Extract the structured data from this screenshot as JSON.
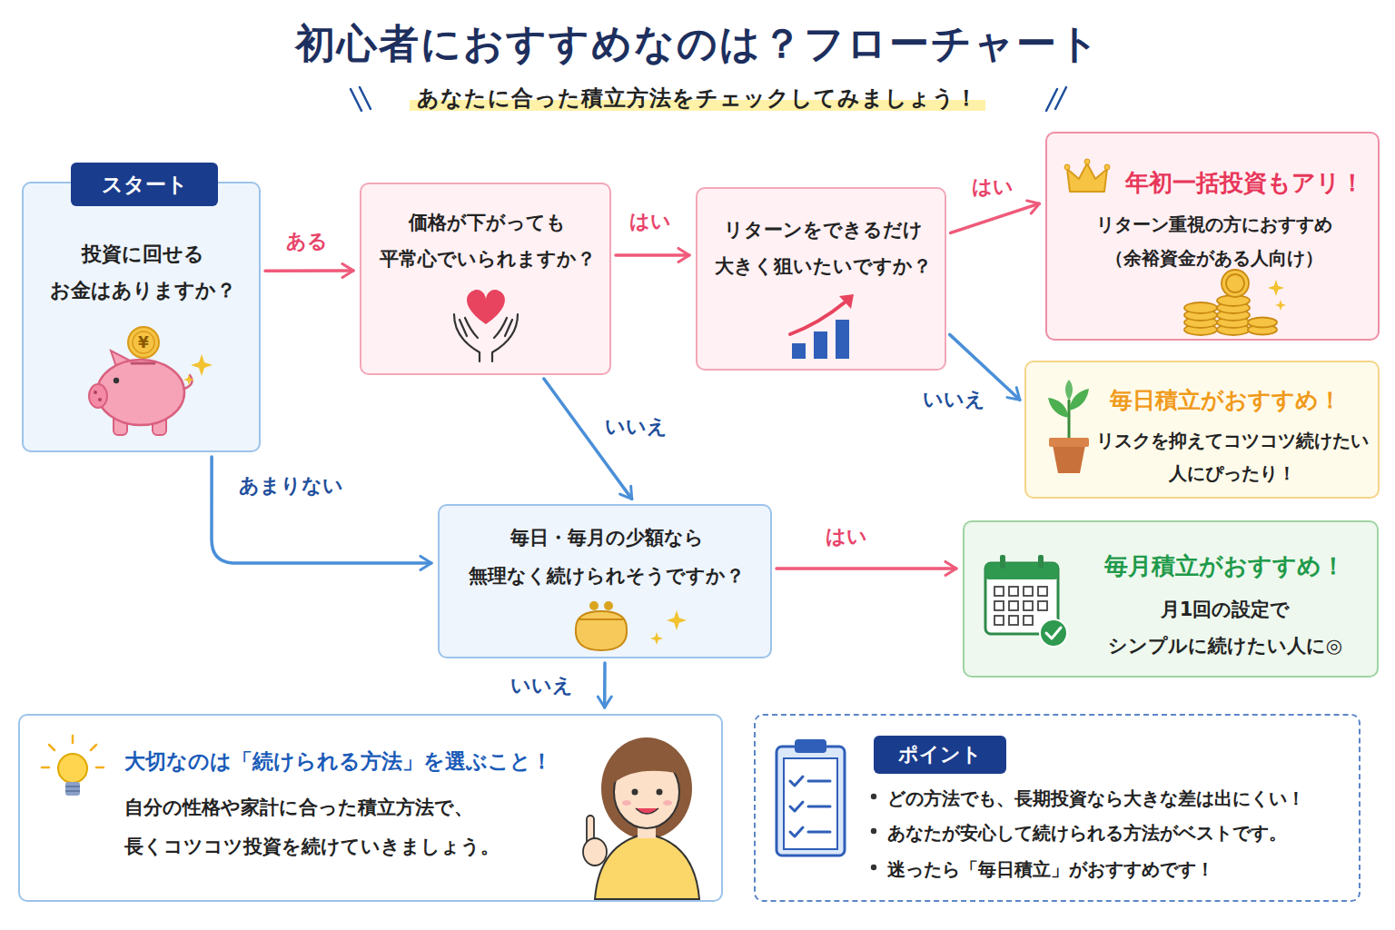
{
  "diagram": {
    "title": "初心者におすすめなのは？フローチャート",
    "caption": "あなたに合った積立方法をチェックしてみましょう！",
    "nodes": [
      {
        "text": [
          "スタート",
          "投資に回せる お金はありますか？"
        ]
      },
      {
        "text": [
          "価格が下がっても 平常心でいられますか？"
        ]
      },
      {
        "text": [
          "リターンをできるだけ 大きく狙いたいですか？"
        ]
      },
      {
        "text": [
          "年初一括投資もアリ！",
          "リターン重視の方におすすめ （余裕資金がある人向け）"
        ]
      },
      {
        "text": [
          "毎日積立がおすすめ！",
          "リスクを抑えてコツコツ続けたい 人にぴったり！"
        ]
      },
      {
        "text": [
          "毎日・毎月の少額なら 無理なく続けられそうですか？"
        ]
      },
      {
        "text": [
          "毎月積立がおすすめ！",
          "月1回の設定で シンプルに続けたい人に◎"
        ]
      },
      {
        "text": [
          "大切なのは「続けられる方法」を選ぶこと！",
          "自分の性格や家計に合った積立方法で、 長くコツコツ投資を続けていきましょう。"
        ]
      },
      {
        "text": [
          "ポイント",
          "どの方法でも、長期投資なら大きな差は出にくい！",
          "あなたが安心して続けられる方法がベストです。",
          "迷ったら「毎日積立」がおすすめです！"
        ]
      }
    ],
    "edges": [
      {
        "from": 0,
        "to": 1,
        "label": "ある",
        "arrow": "to"
      },
      {
        "from": 1,
        "to": 2,
        "label": "はい",
        "arrow": "to"
      },
      {
        "from": 2,
        "to": 3,
        "label": "はい",
        "arrow": "to"
      },
      {
        "from": 2,
        "to": 4,
        "label": "いいえ",
        "arrow": "to"
      },
      {
        "from": 1,
        "to": 5,
        "label": "いいえ",
        "arrow": "to"
      },
      {
        "from": 0,
        "to": 5,
        "label": "あまりない",
        "arrow": "to"
      },
      {
        "from": 5,
        "to": 6,
        "label": "はい",
        "arrow": "to"
      },
      {
        "from": 5,
        "to": 7,
        "label": "いいえ",
        "arrow": "to"
      }
    ],
    "labels": [
      "¥"
    ]
  }
}
